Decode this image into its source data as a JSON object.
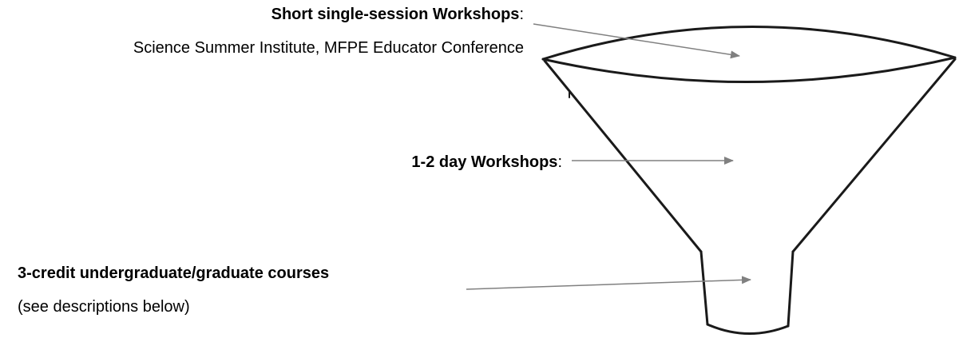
{
  "labels": {
    "top_title": "Short single-session Workshops",
    "top_colon": ":",
    "top_subtitle": "Science Summer Institute, MFPE Educator Conference",
    "middle_title": "1-2 day Workshops",
    "middle_colon": ":",
    "bottom_title": "3-credit undergraduate/graduate courses",
    "bottom_subtitle": "(see descriptions below)"
  },
  "colors": {
    "funnel_outline": "#1a1a1a",
    "arrow": "#808080",
    "text": "#000000"
  },
  "icons": {
    "funnel": "funnel-icon",
    "arrow": "arrow-icon"
  }
}
